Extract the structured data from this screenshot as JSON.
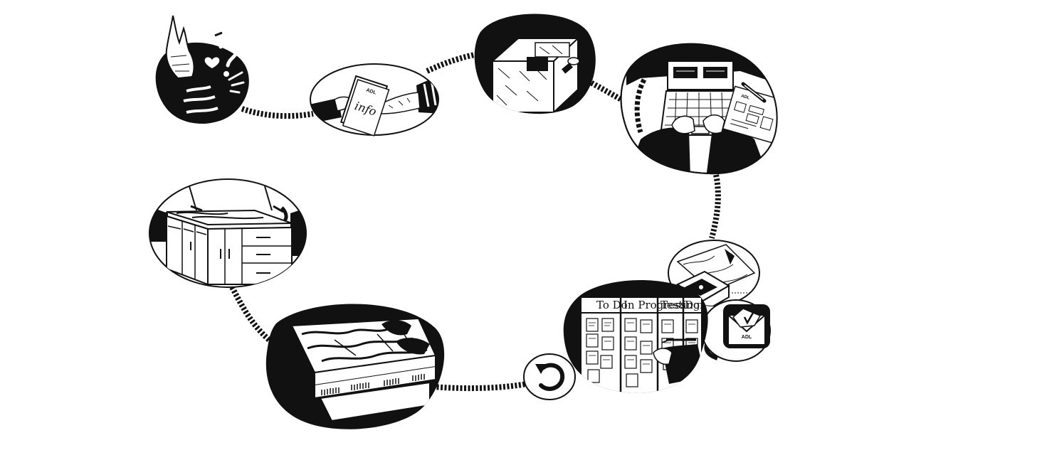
{
  "colors": {
    "ink": "#111111",
    "paper": "#ffffff",
    "grey": "#cfcfcf"
  },
  "steps": [
    {
      "id": "inquiry",
      "icon": "hand-question-icon"
    },
    {
      "id": "info-handover",
      "icon": "info-booklet-icon"
    },
    {
      "id": "site-visit",
      "icon": "room-box-icon"
    },
    {
      "id": "design",
      "icon": "laptop-drawing-icon"
    },
    {
      "id": "samples",
      "icon": "sample-box-icon"
    },
    {
      "id": "approval",
      "icon": "envelope-check-icon"
    },
    {
      "id": "planning",
      "icon": "kanban-board-icon"
    },
    {
      "id": "repeat",
      "icon": "refresh-icon"
    },
    {
      "id": "fabrication",
      "icon": "stone-slab-icon"
    },
    {
      "id": "installation",
      "icon": "kitchen-cabinets-icon"
    }
  ],
  "labels": {
    "info_booklet": "info",
    "booklet_brand": "ADL",
    "drawing_brand": "ADL",
    "envelope_brand": "ADL"
  },
  "board": {
    "columns": [
      "To Do",
      "In Progress",
      "Testing",
      "Done"
    ]
  }
}
